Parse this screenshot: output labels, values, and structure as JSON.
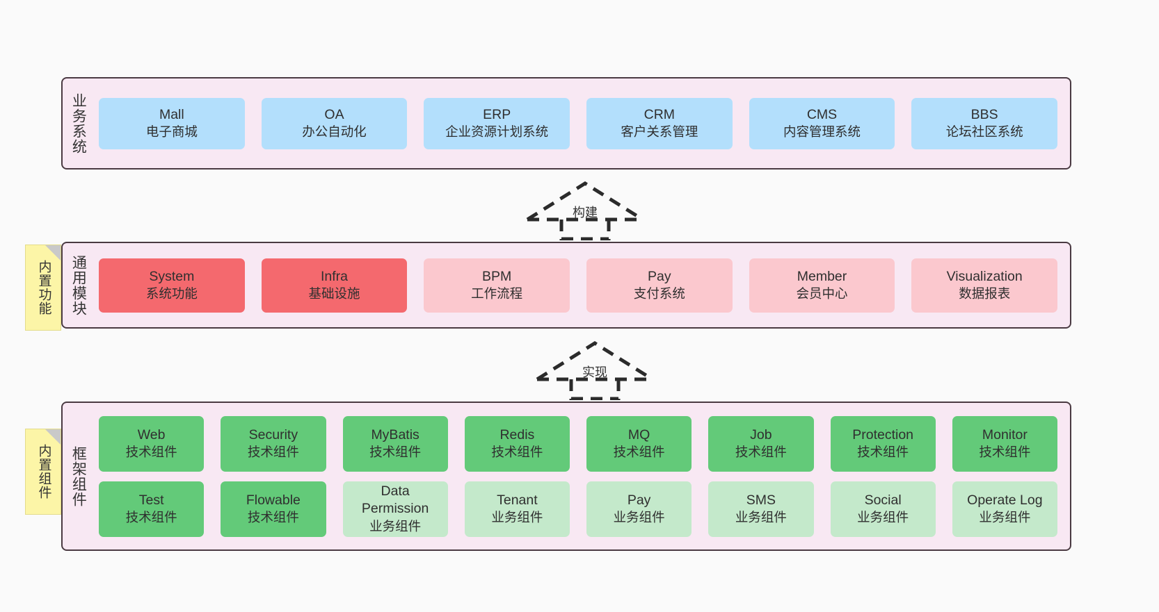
{
  "diagram": {
    "background": "#fafafa",
    "layers": [
      {
        "id": "business",
        "title": "业务系统",
        "cards": [
          {
            "en": "Mall",
            "cn": "电子商城",
            "color": "#b3dffc"
          },
          {
            "en": "OA",
            "cn": "办公自动化",
            "color": "#b3dffc"
          },
          {
            "en": "ERP",
            "cn": "企业资源计划系统",
            "color": "#b3dffc"
          },
          {
            "en": "CRM",
            "cn": "客户关系管理",
            "color": "#b3dffc"
          },
          {
            "en": "CMS",
            "cn": "内容管理系统",
            "color": "#b3dffc"
          },
          {
            "en": "BBS",
            "cn": "论坛社区系统",
            "color": "#b3dffc"
          }
        ]
      },
      {
        "id": "common",
        "title": "通用模块",
        "note": "内置功能",
        "cards": [
          {
            "en": "System",
            "cn": "系统功能",
            "color": "#f4696e"
          },
          {
            "en": "Infra",
            "cn": "基础设施",
            "color": "#f4696e"
          },
          {
            "en": "BPM",
            "cn": "工作流程",
            "color": "#fbc8ce"
          },
          {
            "en": "Pay",
            "cn": "支付系统",
            "color": "#fbc8ce"
          },
          {
            "en": "Member",
            "cn": "会员中心",
            "color": "#fbc8ce"
          },
          {
            "en": "Visualization",
            "cn": "数据报表",
            "color": "#fbc8ce"
          }
        ]
      },
      {
        "id": "framework",
        "title": "框架组件",
        "note": "内置组件",
        "row1": [
          {
            "en": "Web",
            "cn": "技术组件",
            "color": "#63ca79"
          },
          {
            "en": "Security",
            "cn": "技术组件",
            "color": "#63ca79"
          },
          {
            "en": "MyBatis",
            "cn": "技术组件",
            "color": "#63ca79"
          },
          {
            "en": "Redis",
            "cn": "技术组件",
            "color": "#63ca79"
          },
          {
            "en": "MQ",
            "cn": "技术组件",
            "color": "#63ca79"
          },
          {
            "en": "Job",
            "cn": "技术组件",
            "color": "#63ca79"
          },
          {
            "en": "Protection",
            "cn": "技术组件",
            "color": "#63ca79"
          },
          {
            "en": "Monitor",
            "cn": "技术组件",
            "color": "#63ca79"
          }
        ],
        "row2": [
          {
            "en": "Test",
            "cn": "技术组件",
            "color": "#63ca79"
          },
          {
            "en": "Flowable",
            "cn": "技术组件",
            "color": "#63ca79"
          },
          {
            "en": "Data Permission",
            "cn": "业务组件",
            "color": "#c4e9cb"
          },
          {
            "en": "Tenant",
            "cn": "业务组件",
            "color": "#c4e9cb"
          },
          {
            "en": "Pay",
            "cn": "业务组件",
            "color": "#c4e9cb"
          },
          {
            "en": "SMS",
            "cn": "业务组件",
            "color": "#c4e9cb"
          },
          {
            "en": "Social",
            "cn": "业务组件",
            "color": "#c4e9cb"
          },
          {
            "en": "Operate Log",
            "cn": "业务组件",
            "color": "#c4e9cb"
          }
        ]
      }
    ],
    "connectors": [
      {
        "id": "build",
        "label": "构建",
        "direction": "up",
        "style": "dashed-hollow-triangle"
      },
      {
        "id": "implement",
        "label": "实现",
        "direction": "up",
        "style": "dashed-hollow-triangle"
      }
    ]
  }
}
